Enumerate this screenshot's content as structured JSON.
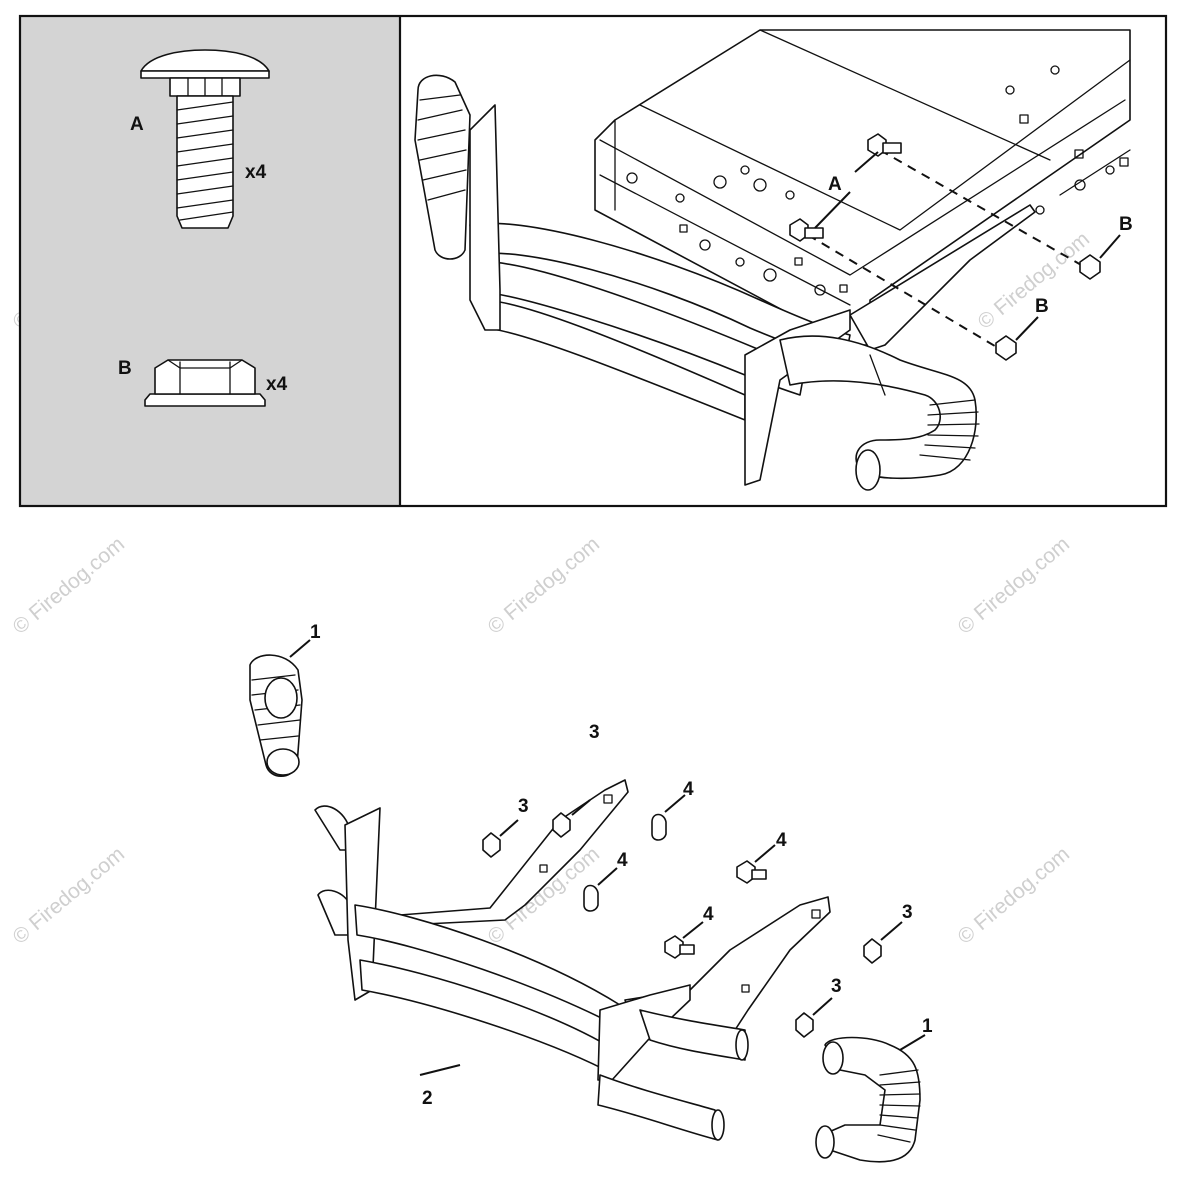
{
  "watermark": "© Firedog.com",
  "legend_panel": {
    "bolt": {
      "letter": "A",
      "quantity": "x4"
    },
    "nut": {
      "letter": "B",
      "quantity": "x4"
    }
  },
  "install_view": {
    "callouts": [
      "A",
      "B",
      "B"
    ]
  },
  "exploded_view": {
    "callouts": [
      "1",
      "1",
      "2",
      "3",
      "3",
      "3",
      "3",
      "4",
      "4",
      "4",
      "4"
    ]
  }
}
